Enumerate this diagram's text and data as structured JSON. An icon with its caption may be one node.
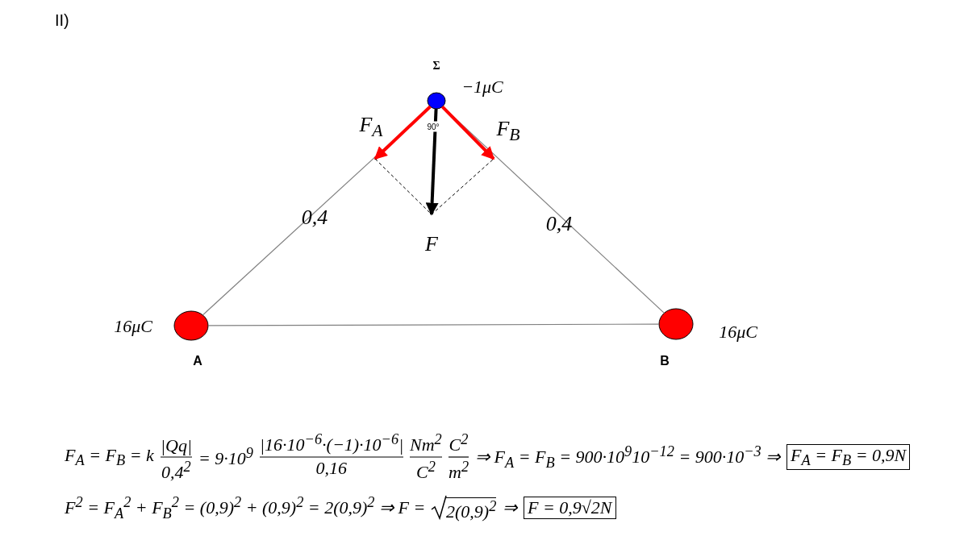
{
  "diagram": {
    "nodes": [
      {
        "text": [],
        "shape": "circle",
        "beside": [
          "Σ",
          "−1μC"
        ]
      },
      {
        "text": [],
        "shape": "circle",
        "beside": [
          "16μC",
          "A"
        ]
      },
      {
        "text": [],
        "shape": "circle",
        "beside": [
          "16μC",
          "B"
        ]
      }
    ],
    "edges": [
      {
        "from": 0,
        "to": 1,
        "arrow": "none",
        "label": "0,4"
      },
      {
        "from": 0,
        "to": 2,
        "arrow": "none",
        "label": "0,4"
      },
      {
        "from": 1,
        "to": 2,
        "arrow": "none"
      },
      {
        "from": 0,
        "to": null,
        "arrow": "to",
        "label": "F$_{A}$",
        "style": "thick",
        "color": "#ff0000"
      },
      {
        "from": 0,
        "to": null,
        "arrow": "to",
        "label": "F$_{B}$",
        "style": "thick",
        "color": "#ff0000"
      },
      {
        "from": 0,
        "to": null,
        "arrow": "to",
        "label": "F",
        "style": "thick",
        "color": "#000000"
      }
    ],
    "labels": [
      "II)",
      "90°",
      "F$_{A}$ = F$_{B}$ = k",
      "|Qq|",
      "0,4$^{2}$",
      "= 9·10$^{9}$",
      "|16·10$^{−6}$·(−1)·10$^{−6}$|",
      "0,16",
      "Nm$^{2}$",
      "C$^{2}$",
      "C$^{2}$",
      "m$^{2}$",
      "⇒ F$_{A}$ = F$_{B}$ = 900·10$^{9}$10$^{−12}$ = 900·10$^{−3}$ ⇒",
      "F$_{A}$ = F$_{B}$ = 0,9N",
      "F$^{2}$ = F$_{A}$$^{2}$ + F$_{B}$$^{2}$ = (0,9)$^{2}$ + (0,9)$^{2}$ = 2(0,9)$^{2}$ ⇒ F =",
      "2(0,9)$^{2}$",
      "⇒",
      "F = 0,9√2N"
    ]
  }
}
